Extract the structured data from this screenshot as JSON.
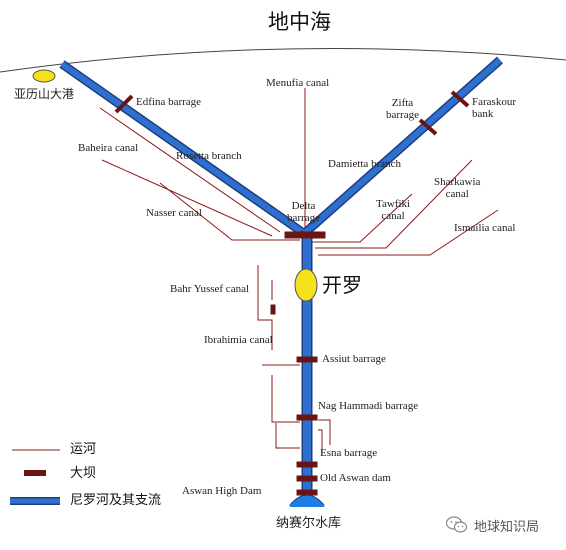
{
  "title": "地中海",
  "places": {
    "alexandria": "亚历山大港",
    "cairo": "开罗",
    "lake_nasser": "纳赛尔水库"
  },
  "labels": {
    "edfina_barrage": "Edfina barrage",
    "menufia_canal": "Menufia canal",
    "zifta_barrage": "Zifta\nbarrage",
    "faraskour_bank": "Faraskour\nbank",
    "baheira_canal": "Baheira canal",
    "rosetta_branch": "Rosetta branch",
    "damietta_branch": "Damietta branch",
    "sharkawia_canal": "Sharkawia\ncanal",
    "tawfiki_canal": "Tawfiki\ncanal",
    "delta_barrage": "Delta\nbarrage",
    "nasser_canal": "Nasser canal",
    "ismailia_canal": "Ismailia canal",
    "bahr_yussef_canal": "Bahr Yussef canal",
    "ibrahimia_canal": "Ibrahimia canal",
    "assiut_barrage": "Assiut barrage",
    "nag_hammadi_barrage": "Nag Hammadi barrage",
    "esna_barrage": "Esna barrage",
    "old_aswan_dam": "Old Aswan dam",
    "aswan_high_dam": "Aswan High  Dam"
  },
  "legend": {
    "canal": "运河",
    "dam": "大坝",
    "river": "尼罗河及其支流"
  },
  "watermark": "地球知识局",
  "colors": {
    "river": "#2f6fd0",
    "river_outline": "#1c3f80",
    "canal": "#8b1a1a",
    "dam": "#6b1414",
    "lake": "#f5e21a",
    "reservoir": "#1f7ee6"
  }
}
